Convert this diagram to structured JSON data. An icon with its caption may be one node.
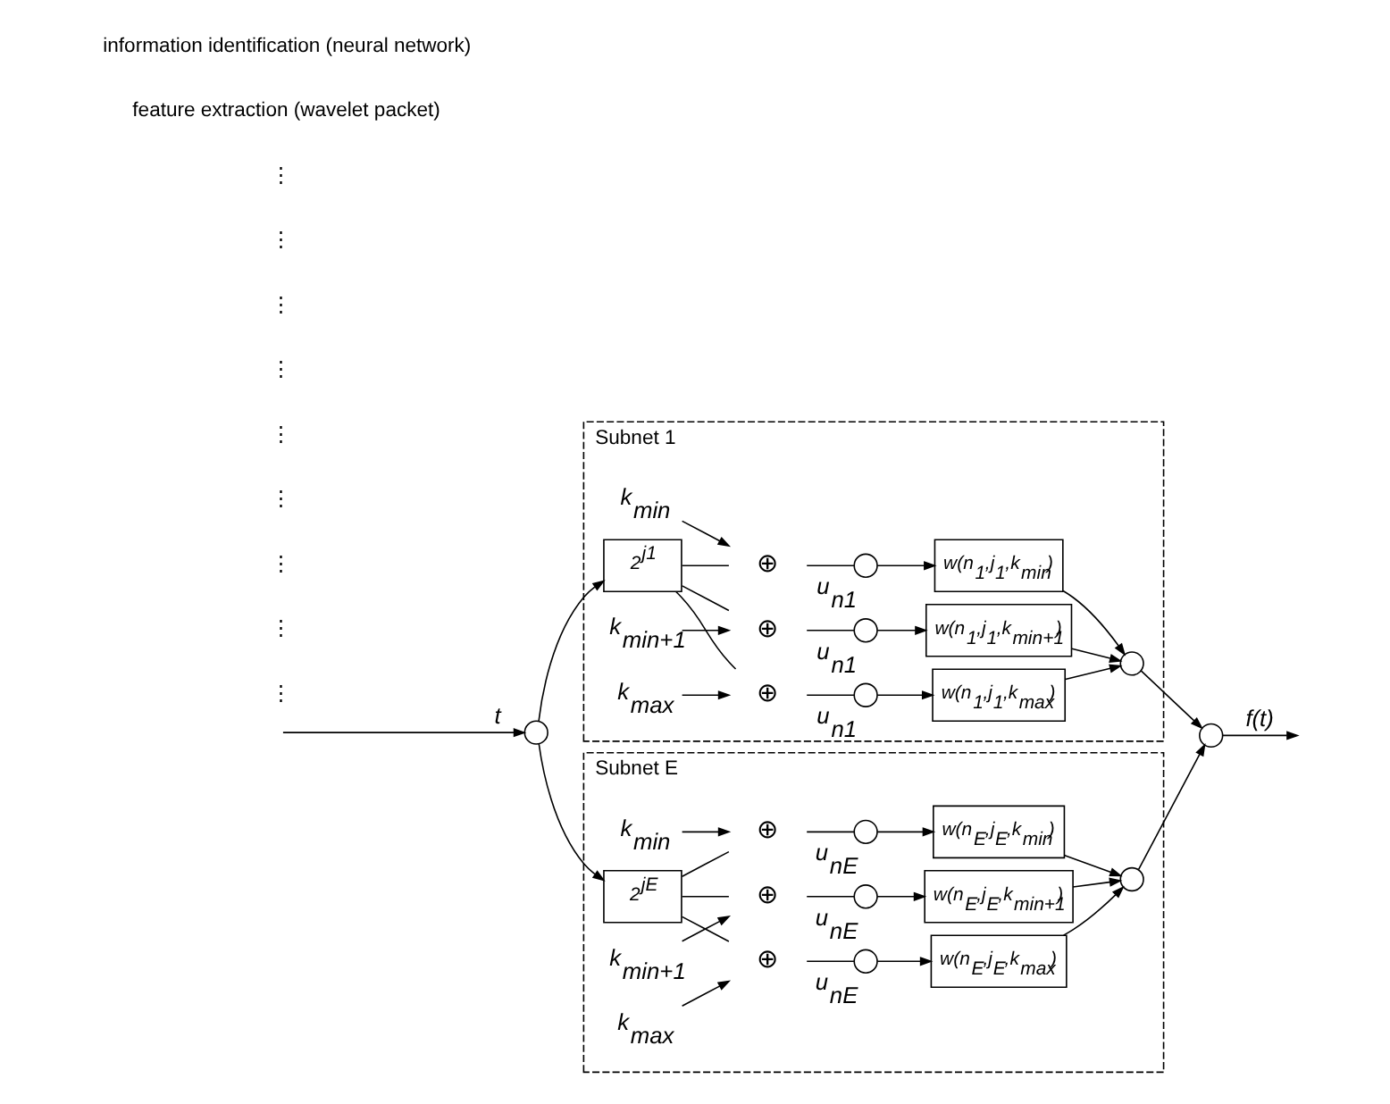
{
  "diagram": {
    "nodes": [
      {
        "text": [],
        "shape": "circle"
      },
      {
        "text": [
          "Subnet 1"
        ]
      },
      {
        "text": [
          "2$^{j1}$"
        ],
        "in": 1
      },
      {
        "text": [
          "k$_{min}$"
        ],
        "in": 1
      },
      {
        "text": [
          "k$_{min+1}$"
        ],
        "in": 1
      },
      {
        "text": [
          "k$_{max}$"
        ],
        "in": 1
      },
      {
        "text": [
          "⊕"
        ],
        "in": 1
      },
      {
        "text": [
          "⊕"
        ],
        "in": 1
      },
      {
        "text": [
          "⊕"
        ],
        "in": 1
      },
      {
        "text": [
          "u$_{n1}$"
        ],
        "in": 1
      },
      {
        "text": [
          "u$_{n1}$"
        ],
        "in": 1
      },
      {
        "text": [
          "u$_{n1}$"
        ],
        "in": 1
      },
      {
        "text": [
          "w(n$_{1}$,j$_{1}$,k$_{min}$)"
        ],
        "in": 1
      },
      {
        "text": [
          "w(n$_{1}$,j$_{1}$,k$_{min+1}$)"
        ],
        "in": 1
      },
      {
        "text": [
          "w(n$_{1}$,j$_{1}$,k$_{max}$)"
        ],
        "in": 1
      },
      {
        "text": [],
        "shape": "circle",
        "in": 1
      },
      {
        "text": [
          "Subnet E"
        ]
      },
      {
        "text": [
          "2$^{jE}$"
        ],
        "in": 16
      },
      {
        "text": [
          "k$_{min}$"
        ],
        "in": 16
      },
      {
        "text": [
          "k$_{min+1}$"
        ],
        "in": 16
      },
      {
        "text": [
          "k$_{max}$"
        ],
        "in": 16
      },
      {
        "text": [
          "⊕"
        ],
        "in": 16
      },
      {
        "text": [
          "⊕"
        ],
        "in": 16
      },
      {
        "text": [
          "⊕"
        ],
        "in": 16
      },
      {
        "text": [
          "u$_{nE}$"
        ],
        "in": 16
      },
      {
        "text": [
          "u$_{nE}$"
        ],
        "in": 16
      },
      {
        "text": [
          "u$_{nE}$"
        ],
        "in": 16
      },
      {
        "text": [
          "w(n$_{E}$,j$_{E}$,k$_{min}$)"
        ],
        "in": 16
      },
      {
        "text": [
          "w(n$_{E}$,j$_{E}$,k$_{min+1}$)"
        ],
        "in": 16
      },
      {
        "text": [
          "w(n$_{E}$,j$_{E}$,k$_{max}$)"
        ],
        "in": 16
      },
      {
        "text": [],
        "shape": "circle",
        "in": 16
      },
      {
        "text": [],
        "shape": "circle"
      }
    ],
    "edges": [
      {
        "from": null,
        "to": 0,
        "arrow": "to",
        "label": "t"
      },
      {
        "from": 0,
        "to": 2,
        "arrow": "to"
      },
      {
        "from": 0,
        "to": 17,
        "arrow": "to"
      },
      {
        "from": 2,
        "to": 6,
        "arrow": "none"
      },
      {
        "from": 2,
        "to": 7,
        "arrow": "none"
      },
      {
        "from": 2,
        "to": 8,
        "arrow": "none"
      },
      {
        "from": 3,
        "to": 6,
        "arrow": "to"
      },
      {
        "from": 4,
        "to": 7,
        "arrow": "to"
      },
      {
        "from": 5,
        "to": 8,
        "arrow": "to"
      },
      {
        "from": 6,
        "to": 9,
        "arrow": "none"
      },
      {
        "from": 7,
        "to": 10,
        "arrow": "none"
      },
      {
        "from": 8,
        "to": 11,
        "arrow": "none"
      },
      {
        "from": 9,
        "to": 12,
        "arrow": "to"
      },
      {
        "from": 10,
        "to": 13,
        "arrow": "to"
      },
      {
        "from": 11,
        "to": 14,
        "arrow": "to"
      },
      {
        "from": 12,
        "to": 15,
        "arrow": "to"
      },
      {
        "from": 13,
        "to": 15,
        "arrow": "to"
      },
      {
        "from": 14,
        "to": 15,
        "arrow": "to"
      },
      {
        "from": 17,
        "to": 21,
        "arrow": "none"
      },
      {
        "from": 17,
        "to": 22,
        "arrow": "none"
      },
      {
        "from": 17,
        "to": 23,
        "arrow": "none"
      },
      {
        "from": 18,
        "to": 21,
        "arrow": "to"
      },
      {
        "from": 19,
        "to": 22,
        "arrow": "to"
      },
      {
        "from": 20,
        "to": 23,
        "arrow": "to"
      },
      {
        "from": 21,
        "to": 24,
        "arrow": "none"
      },
      {
        "from": 22,
        "to": 25,
        "arrow": "none"
      },
      {
        "from": 23,
        "to": 26,
        "arrow": "none"
      },
      {
        "from": 24,
        "to": 27,
        "arrow": "to"
      },
      {
        "from": 25,
        "to": 28,
        "arrow": "to"
      },
      {
        "from": 26,
        "to": 29,
        "arrow": "to"
      },
      {
        "from": 27,
        "to": 30,
        "arrow": "to"
      },
      {
        "from": 28,
        "to": 30,
        "arrow": "to"
      },
      {
        "from": 29,
        "to": 30,
        "arrow": "to"
      },
      {
        "from": 15,
        "to": 31,
        "arrow": "to"
      },
      {
        "from": 30,
        "to": 31,
        "arrow": "to"
      },
      {
        "from": 31,
        "to": null,
        "arrow": "to",
        "label": "f(t)"
      }
    ],
    "labels": [
      "⋮",
      "⋮",
      "⋮",
      "⋮",
      "⋮",
      "⋮",
      "⋮",
      "⋮",
      "⋮",
      "feature extraction (wavelet packet)",
      "information identification (neural network)"
    ]
  }
}
